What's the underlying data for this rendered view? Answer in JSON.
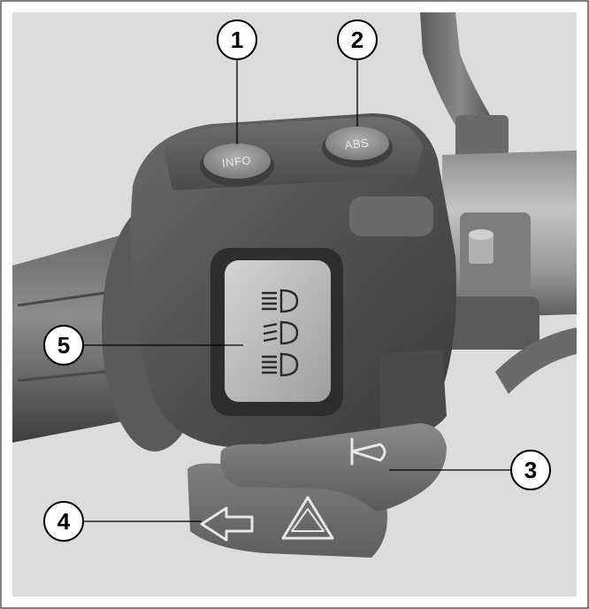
{
  "buttons": {
    "info_label": "INFO",
    "abs_label": "ABS"
  },
  "callouts": [
    {
      "number": "1",
      "target": "info-button"
    },
    {
      "number": "2",
      "target": "abs-button"
    },
    {
      "number": "3",
      "target": "horn-button"
    },
    {
      "number": "4",
      "target": "turn-signal-hazard-switch"
    },
    {
      "number": "5",
      "target": "headlight-switch"
    }
  ],
  "icons": {
    "horn": "horn-icon",
    "turn_signal": "left-arrow-icon",
    "hazard": "hazard-triangle-icon",
    "headlight": "headlight-beam-icon"
  }
}
